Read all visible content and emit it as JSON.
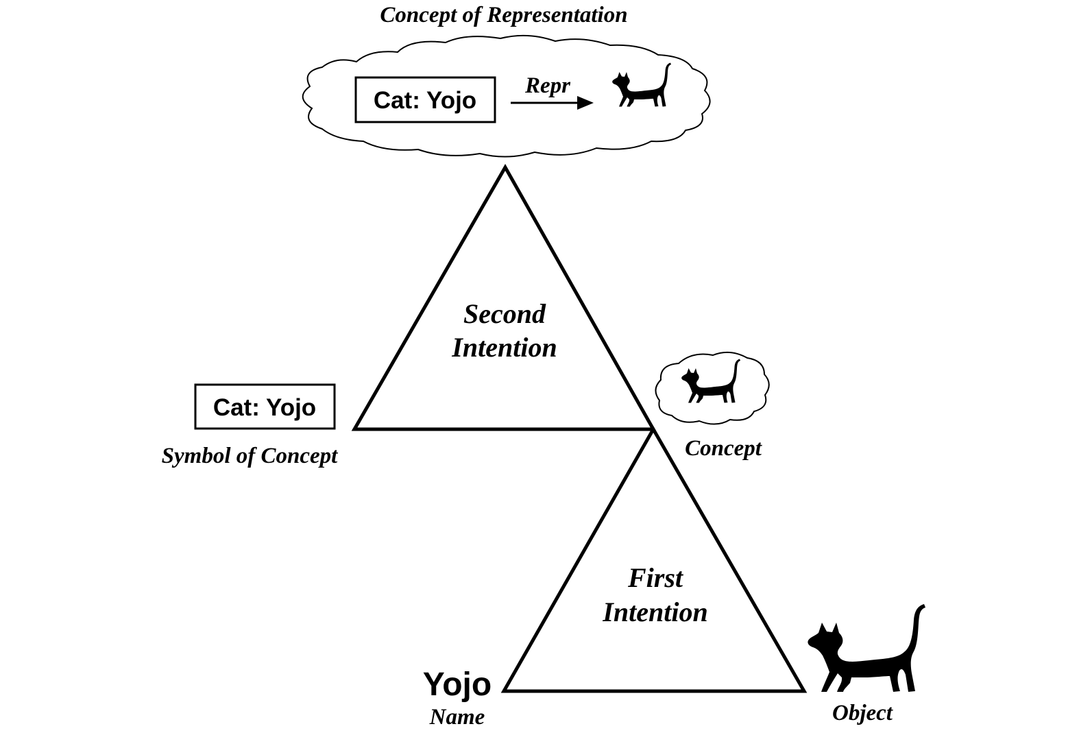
{
  "cloud_top": {
    "title": "Concept of Representation",
    "box_label": "Cat: Yojo",
    "arrow_label": "Repr",
    "icon": "cat-silhouette-icon"
  },
  "upper_triangle": {
    "label_line1": "Second",
    "label_line2": "Intention"
  },
  "lower_triangle": {
    "label_line1": "First",
    "label_line2": "Intention"
  },
  "symbol": {
    "box_label": "Cat: Yojo",
    "caption": "Symbol of Concept"
  },
  "concept": {
    "caption": "Concept",
    "icon": "cat-silhouette-icon"
  },
  "name": {
    "word": "Yojo",
    "caption": "Name"
  },
  "object": {
    "caption": "Object",
    "icon": "cat-silhouette-icon"
  }
}
